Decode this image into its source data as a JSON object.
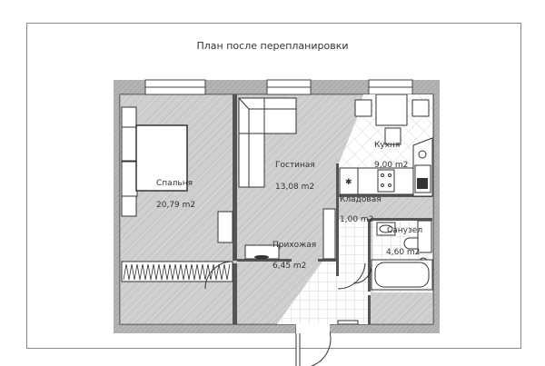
{
  "title": "План после перепланировки",
  "rooms": [
    {
      "name": "Спальня",
      "area": "20,79 m2"
    },
    {
      "name": "Гостиная",
      "area": "13,08 m2"
    },
    {
      "name": "Кухня",
      "area": "9,00 m2"
    },
    {
      "name": "Кладовая",
      "area": "1,00 m2"
    },
    {
      "name": "Санузел",
      "area": "4,60 m2"
    },
    {
      "name": "Прихожая",
      "area": "6,45 m2"
    }
  ],
  "colors": {
    "wall": "#a8a8a8",
    "line": "#333333",
    "hatch": "#d0d0d0",
    "tile": "#d8d8d8"
  }
}
